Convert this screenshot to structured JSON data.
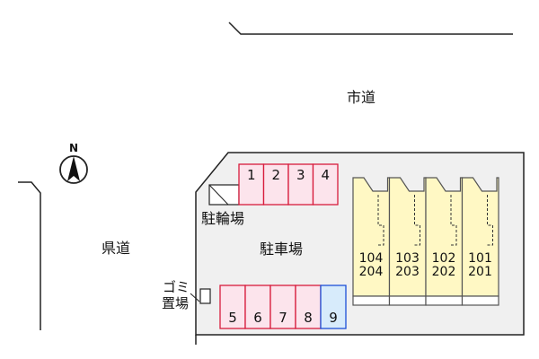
{
  "roads": {
    "city_road": "市道",
    "prefectural_road": "県道"
  },
  "compass": {
    "north_label": "N"
  },
  "site": {
    "parking_lot_label": "駐車場",
    "bicycle_parking_label": "駐輪場",
    "garbage_area_label_line1": "ゴミ",
    "garbage_area_label_line2": "置場"
  },
  "parking": {
    "top_row": [
      "1",
      "2",
      "3",
      "4"
    ],
    "bottom_row": [
      "5",
      "6",
      "7",
      "8",
      "9"
    ],
    "colors": {
      "space_fill": "#fce4ec",
      "space_border": "#d81b3c",
      "highlight_fill": "#d7ebfb",
      "highlight_border": "#1c4fd8"
    },
    "highlighted_space": "9"
  },
  "building": {
    "units": [
      {
        "upper": "104",
        "lower": "204"
      },
      {
        "upper": "103",
        "lower": "203"
      },
      {
        "upper": "102",
        "lower": "202"
      },
      {
        "upper": "101",
        "lower": "201"
      }
    ],
    "colors": {
      "fill": "#fff8c4",
      "border": "#555555"
    }
  },
  "colors": {
    "lot_fill": "#f0f0f0",
    "line": "#222222"
  }
}
